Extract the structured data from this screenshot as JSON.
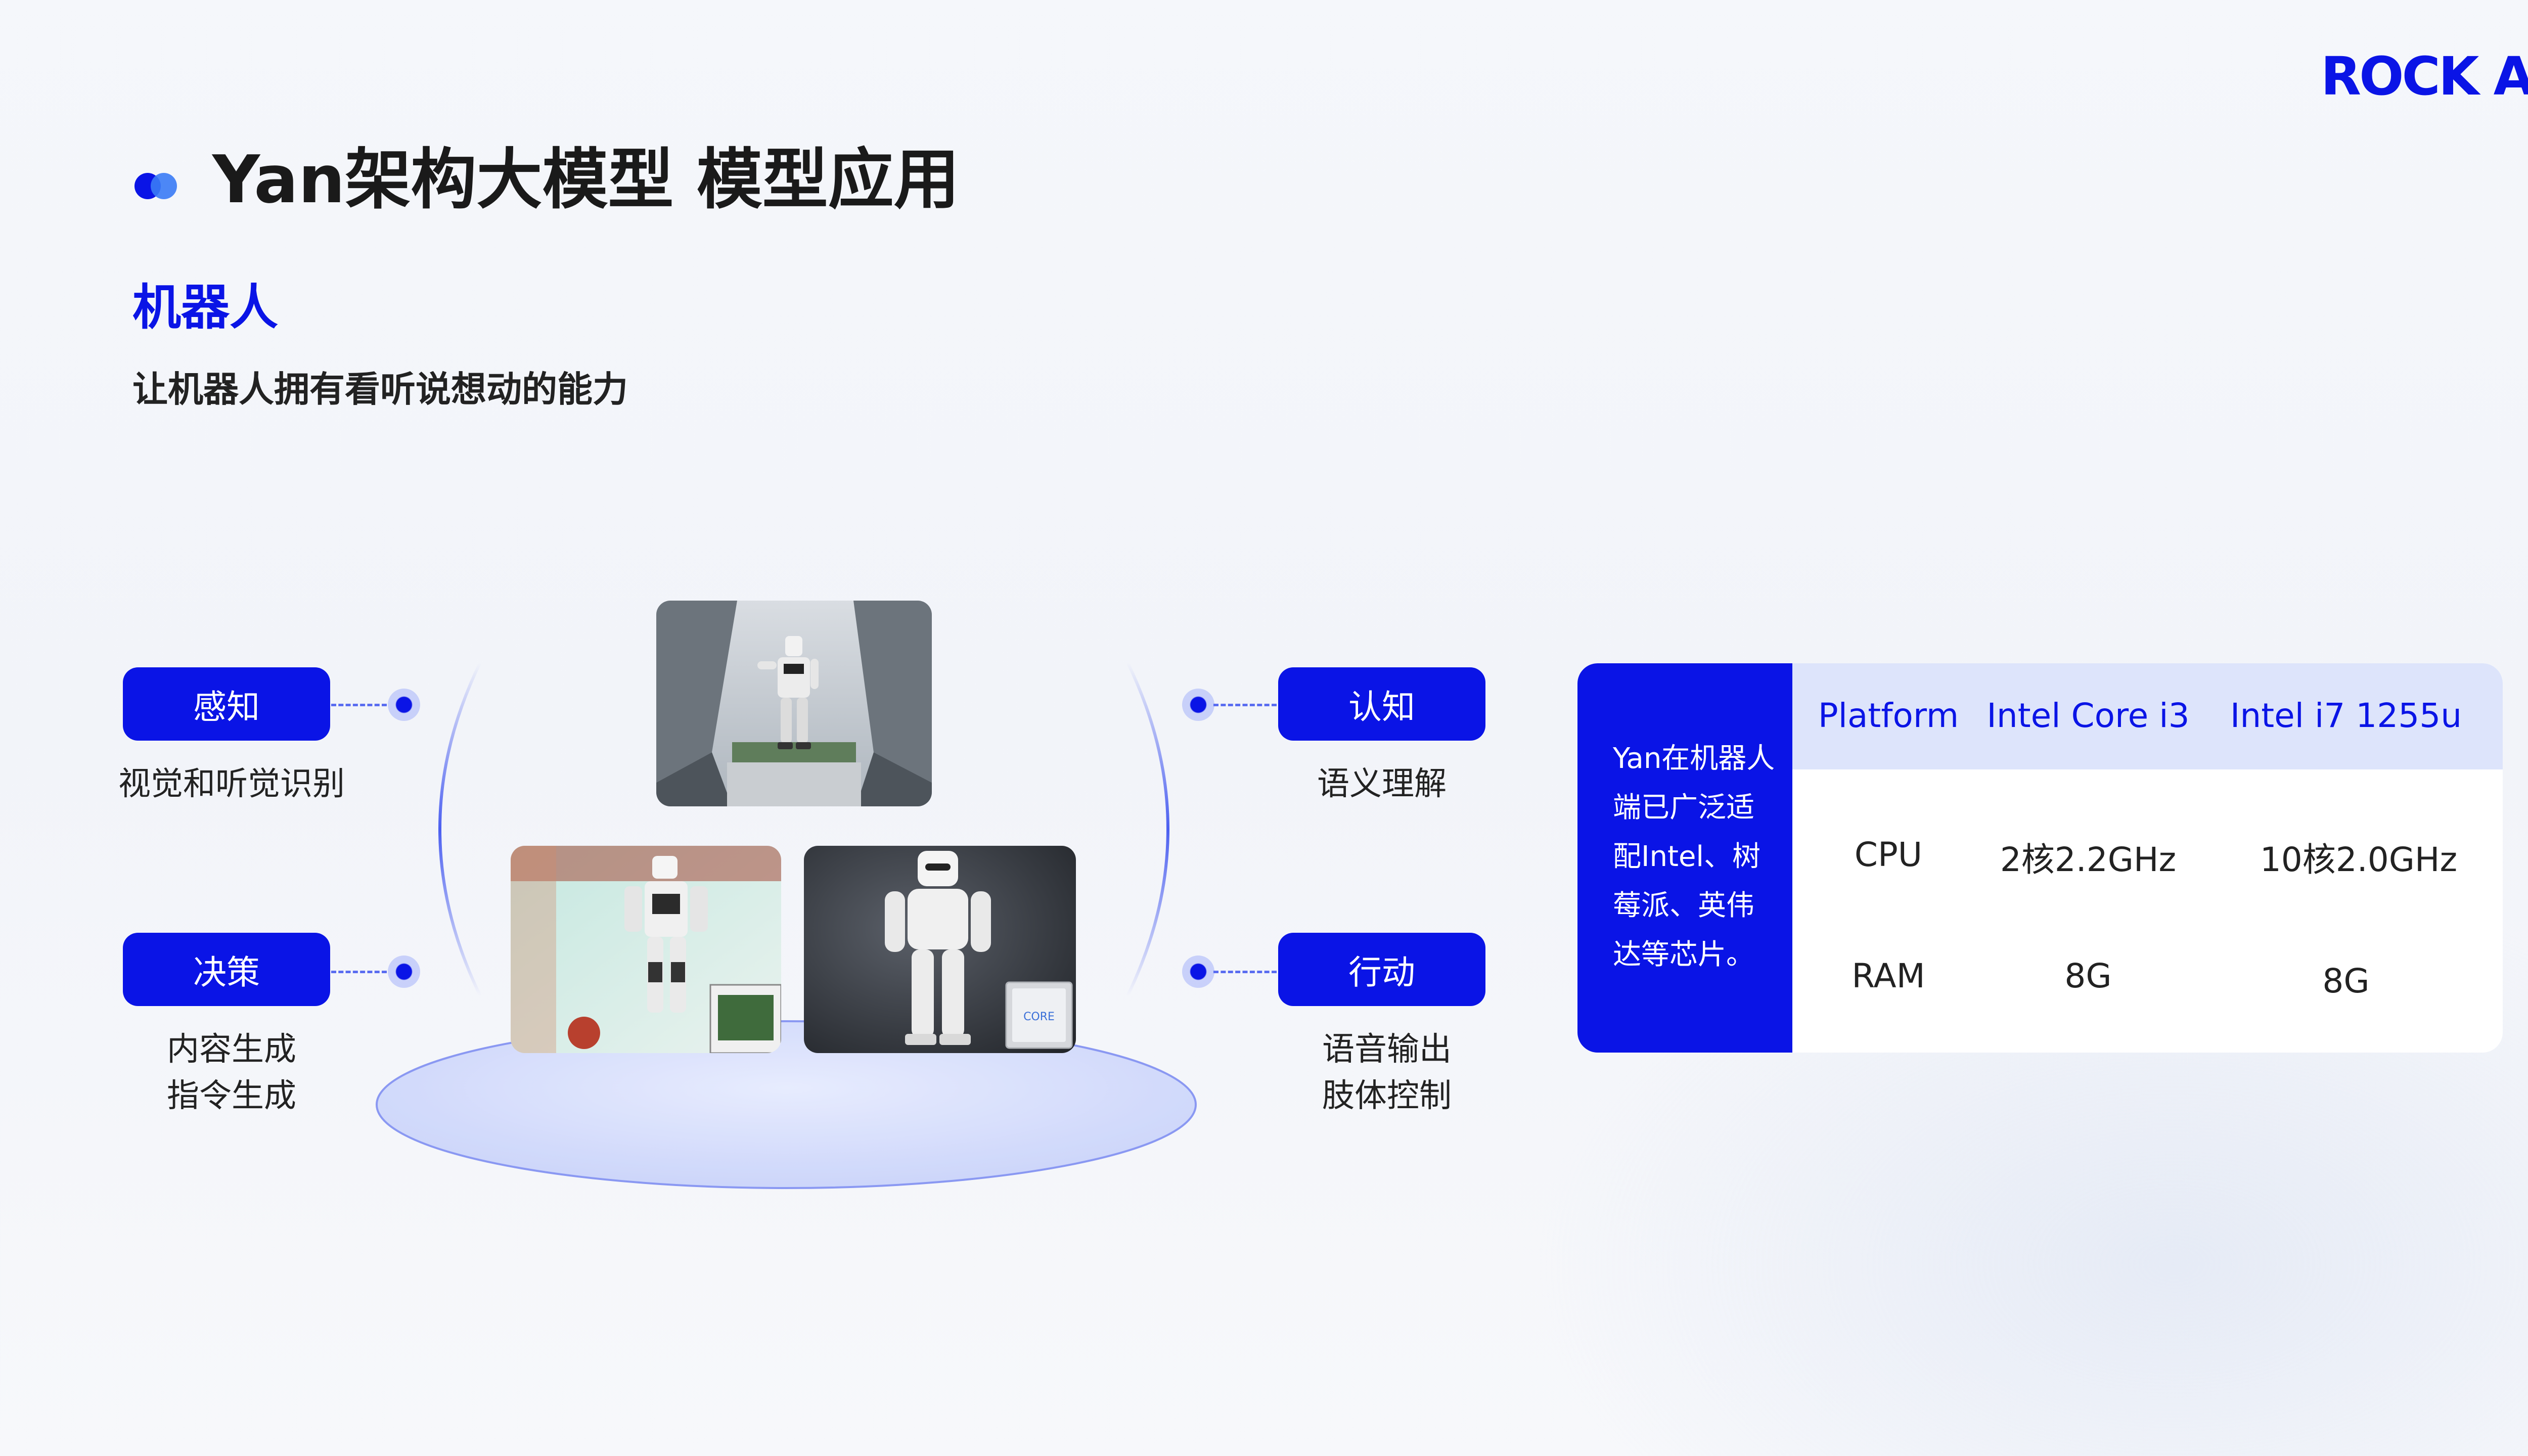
{
  "logo": {
    "text": "ROCK AI",
    "color": "#0a14e6"
  },
  "header": {
    "title": "Yan架构大模型 模型应用",
    "subtitle": "机器人",
    "tagline": "让机器人拥有看听说想动的能力"
  },
  "capabilities": {
    "perception": {
      "label": "感知",
      "desc": "视觉和听觉识别"
    },
    "decision": {
      "label": "决策",
      "desc_line1": "内容生成",
      "desc_line2": "指令生成"
    },
    "cognition": {
      "label": "认知",
      "desc": "语义理解"
    },
    "action": {
      "label": "行动",
      "desc_line1": "语音输出",
      "desc_line2": "肢体控制"
    }
  },
  "images": {
    "top": "humanoid-robot-outdoor",
    "left": "robot-football",
    "right": "white-robot-intel-core",
    "chip_label": "CORE"
  },
  "table": {
    "note": "Yan在机器人端已广泛适配Intel、树莓派、英伟达等芯片。",
    "headers": [
      "Platform",
      "Intel Core i3",
      "Intel i7 1255u"
    ],
    "rows": [
      [
        "CPU",
        "2核2.2GHz",
        "10核2.0GHz"
      ],
      [
        "RAM",
        "8G",
        "8G"
      ]
    ]
  },
  "colors": {
    "accent": "#0a14e6",
    "header_bg": "#dde4fb"
  }
}
